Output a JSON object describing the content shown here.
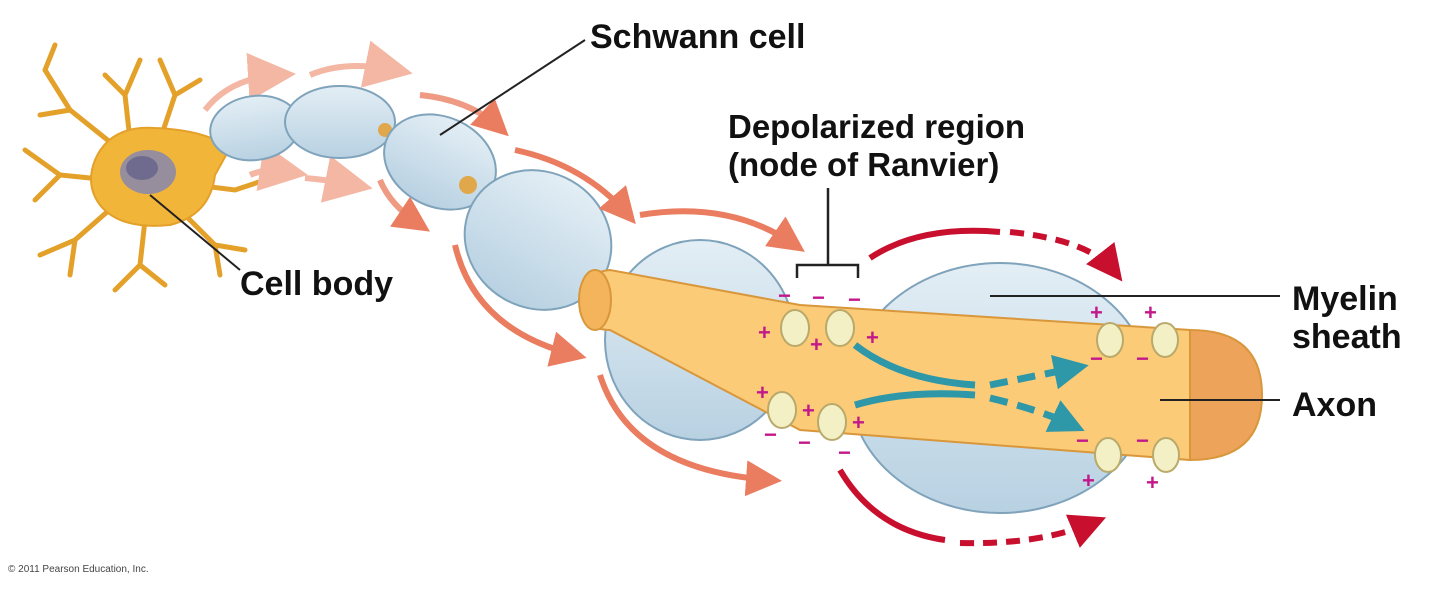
{
  "labels": {
    "schwann_cell": "Schwann cell",
    "depolarized_line1": "Depolarized region",
    "depolarized_line2": "(node of Ranvier)",
    "cell_body": "Cell body",
    "myelin_line1": "Myelin",
    "myelin_line2": "sheath",
    "axon": "Axon"
  },
  "copyright": "© 2011 Pearson Education, Inc.",
  "charges": {
    "plus": "+",
    "minus": "−"
  },
  "colors": {
    "myelin": "#c9dde9",
    "myelin_edge": "#7fa3bb",
    "axon": "#fbcb77",
    "axon_edge": "#d9973c",
    "cell_body": "#f1b53a",
    "arrow_light": "#f3b7a4",
    "arrow_mid": "#ea7c5f",
    "arrow_dark": "#c8102e",
    "current": "#2e97a8",
    "charge": "#c2188a"
  }
}
